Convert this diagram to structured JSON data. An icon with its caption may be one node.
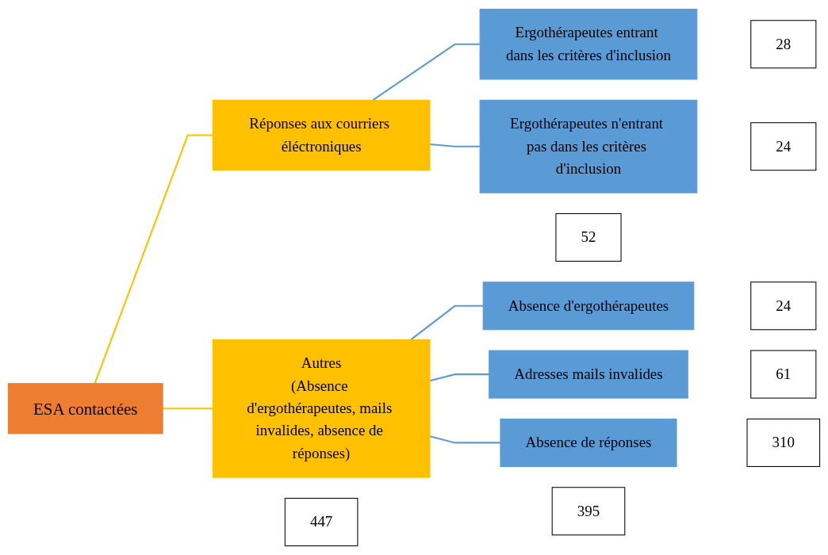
{
  "diagram": {
    "nodes": [
      {
        "text": [
          "ESA contactées"
        ]
      },
      {
        "text": [
          "447"
        ]
      },
      {
        "text": [
          "Réponses aux courriers éléctroniques"
        ]
      },
      {
        "text": [
          "52"
        ]
      },
      {
        "text": [
          "Autres",
          "(Absence d'ergothérapeutes, mails invalides, absence de réponses)"
        ]
      },
      {
        "text": [
          "395"
        ]
      },
      {
        "text": [
          "Ergothérapeutes entrant dans les critères d'inclusion"
        ]
      },
      {
        "text": [
          "28"
        ]
      },
      {
        "text": [
          "Ergothérapeutes n'entrant pas dans les critères d'inclusion"
        ]
      },
      {
        "text": [
          "24"
        ]
      },
      {
        "text": [
          "Absence d'ergothérapeutes"
        ]
      },
      {
        "text": [
          "24"
        ]
      },
      {
        "text": [
          "Adresses mails invalides"
        ]
      },
      {
        "text": [
          "61"
        ]
      },
      {
        "text": [
          "Absence de réponses"
        ]
      },
      {
        "text": [
          "310"
        ]
      }
    ],
    "edges": [
      {
        "from": 0,
        "to": 2,
        "arrow": "none",
        "color": "#ffc000"
      },
      {
        "from": 0,
        "to": 4,
        "arrow": "none",
        "color": "#ffc000"
      },
      {
        "from": 2,
        "to": 6,
        "arrow": "none"
      },
      {
        "from": 2,
        "to": 8,
        "arrow": "none"
      },
      {
        "from": 4,
        "to": 10,
        "arrow": "none"
      },
      {
        "from": 4,
        "to": 12,
        "arrow": "none"
      },
      {
        "from": 4,
        "to": 14,
        "arrow": "none"
      }
    ]
  }
}
